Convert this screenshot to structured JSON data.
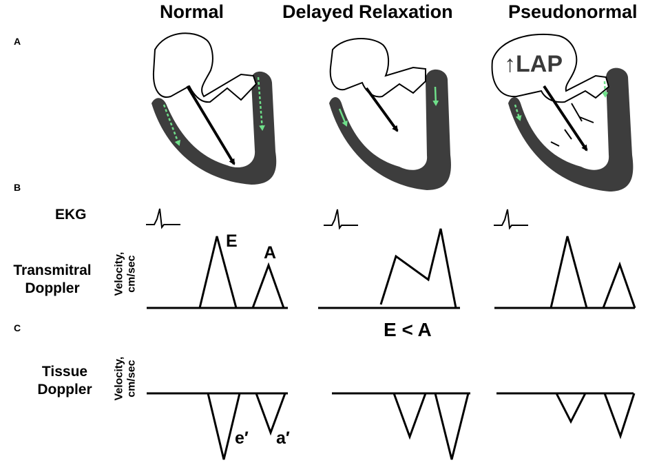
{
  "columns": {
    "normal": "Normal",
    "delayed": "Delayed Relaxation",
    "pseudo": "Pseudonormal"
  },
  "panels": {
    "a": "A",
    "b": "B",
    "c": "C"
  },
  "rows": {
    "ekg": "EKG",
    "transmitral": [
      "Transmitral",
      "Doppler"
    ],
    "tissue": [
      "Tissue",
      "Doppler"
    ]
  },
  "axis": {
    "velocity": [
      "Velocity,",
      "cm/sec"
    ]
  },
  "labels": {
    "E": "E",
    "A": "A",
    "e_prime": "e′",
    "a_prime": "a′",
    "comparison": "E < A",
    "lap": "↑LAP"
  },
  "colors": {
    "myocardium": "#3d3d3d",
    "motion_arrow": "#6fe08a",
    "outline": "#000000"
  }
}
